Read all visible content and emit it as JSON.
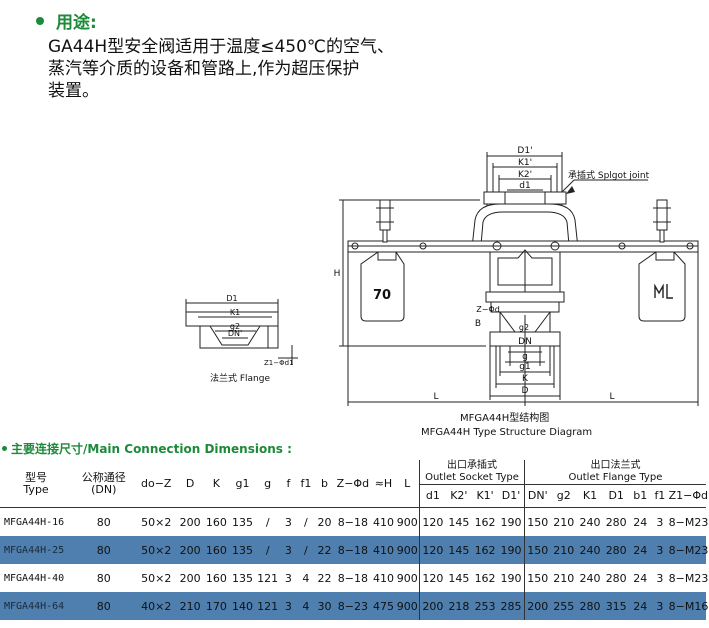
{
  "usage": {
    "heading": "用途:",
    "lines": [
      "GA44H型安全阀适用于温度≤450℃的空气、",
      "蒸汽等介质的设备和管路上,作为超压保护",
      "装置。"
    ]
  },
  "diagram": {
    "labels": {
      "d1p": "D1'",
      "k1p": "K1'",
      "k2p": "K2'",
      "d1": "d1",
      "socket_joint": "承插式 Splgot joint",
      "H": "H",
      "weight_left": "70",
      "B": "B",
      "zphi": "Z−Φd",
      "g2": "g2",
      "dn": "DN",
      "g": "g",
      "g1": "g1",
      "K": "K",
      "D": "D",
      "L_left": "L",
      "L_right": "L",
      "caption_cn": "MFGA44H型结构图",
      "caption_en": "MFGA44H Type Structure Diagram",
      "flange_D1": "D1",
      "flange_K1": "K1",
      "flange_g2": "g2",
      "flange_DNp": "DN'",
      "flange_Z1": "Z1−Φd1",
      "flange_caption": "法兰式 Flange"
    }
  },
  "dimensions": {
    "heading": "主要连接尺寸/Main Connection Dimensions :",
    "header": {
      "type_cn": "型号",
      "type_en": "Type",
      "dn_cn": "公称通径",
      "dn_en": "(DN)",
      "do_z": "do−Z",
      "D": "D",
      "K": "K",
      "g1": "g1",
      "g": "g",
      "f": "f",
      "f1": "f1",
      "b": "b",
      "z_phi_d": "Z−Φd",
      "H": "≈H",
      "L": "L",
      "socket_cn": "出口承插式",
      "socket_en": "Outlet Socket Type",
      "flange_cn": "出口法兰式",
      "flange_en": "Outlet Flange Type",
      "socket_cols": [
        "d1",
        "K2'",
        "K1'",
        "D1'"
      ],
      "flange_cols": [
        "DN'",
        "g2",
        "K1",
        "D1",
        "b1",
        "f1",
        "Z1−Φd1"
      ]
    },
    "rows": [
      [
        "MFGA44H-16",
        "80",
        "50×2",
        "200",
        "160",
        "135",
        "/",
        "3",
        "/",
        "20",
        "8−18",
        "410",
        "900",
        "120",
        "145",
        "162",
        "190",
        "150",
        "210",
        "240",
        "280",
        "24",
        "3",
        "8−M23"
      ],
      [
        "MFGA44H-25",
        "80",
        "50×2",
        "200",
        "160",
        "135",
        "/",
        "3",
        "/",
        "22",
        "8−18",
        "410",
        "900",
        "120",
        "145",
        "162",
        "190",
        "150",
        "210",
        "240",
        "280",
        "24",
        "3",
        "8−M23"
      ],
      [
        "MFGA44H-40",
        "80",
        "50×2",
        "200",
        "160",
        "135",
        "121",
        "3",
        "4",
        "22",
        "8−18",
        "410",
        "900",
        "120",
        "145",
        "162",
        "190",
        "150",
        "210",
        "240",
        "280",
        "24",
        "3",
        "8−M23"
      ],
      [
        "MFGA44H-64",
        "80",
        "40×2",
        "210",
        "170",
        "140",
        "121",
        "3",
        "4",
        "30",
        "8−23",
        "475",
        "900",
        "200",
        "218",
        "253",
        "285",
        "200",
        "255",
        "280",
        "315",
        "24",
        "3",
        "8−M16"
      ]
    ]
  }
}
